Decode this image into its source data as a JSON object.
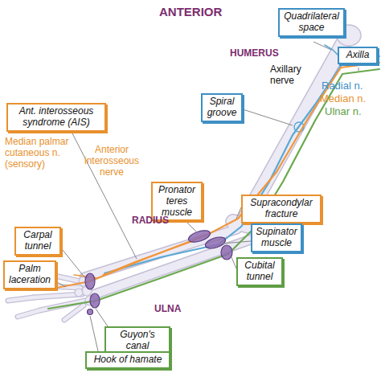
{
  "diagram": {
    "title": "ANTERIOR",
    "nodes": [
      {
        "text": [
          "Quadrilateral space"
        ]
      },
      {
        "text": [
          "Axilla"
        ]
      },
      {
        "text": [
          "Spiral groove"
        ]
      },
      {
        "text": [
          "Ant. interosseous syndrome (AIS)"
        ]
      },
      {
        "text": [
          "Pronator teres muscle"
        ]
      },
      {
        "text": [
          "Supracondylar fracture"
        ]
      },
      {
        "text": [
          "Carpal tunnel"
        ]
      },
      {
        "text": [
          "Supinator muscle"
        ]
      },
      {
        "text": [
          "Palm laceration"
        ]
      },
      {
        "text": [
          "Cubital tunnel"
        ]
      },
      {
        "text": [
          "Guyon's canal"
        ]
      },
      {
        "text": [
          "Hook of hamate"
        ]
      }
    ],
    "labels": [
      "HUMERUS",
      "Axillary nerve",
      "Radial n.",
      "Median n.",
      "Ulnar n.",
      "Median palmar cutaneous n. (sensory)",
      "Anterior interosseous nerve",
      "RADIUS",
      "ULNA"
    ]
  }
}
